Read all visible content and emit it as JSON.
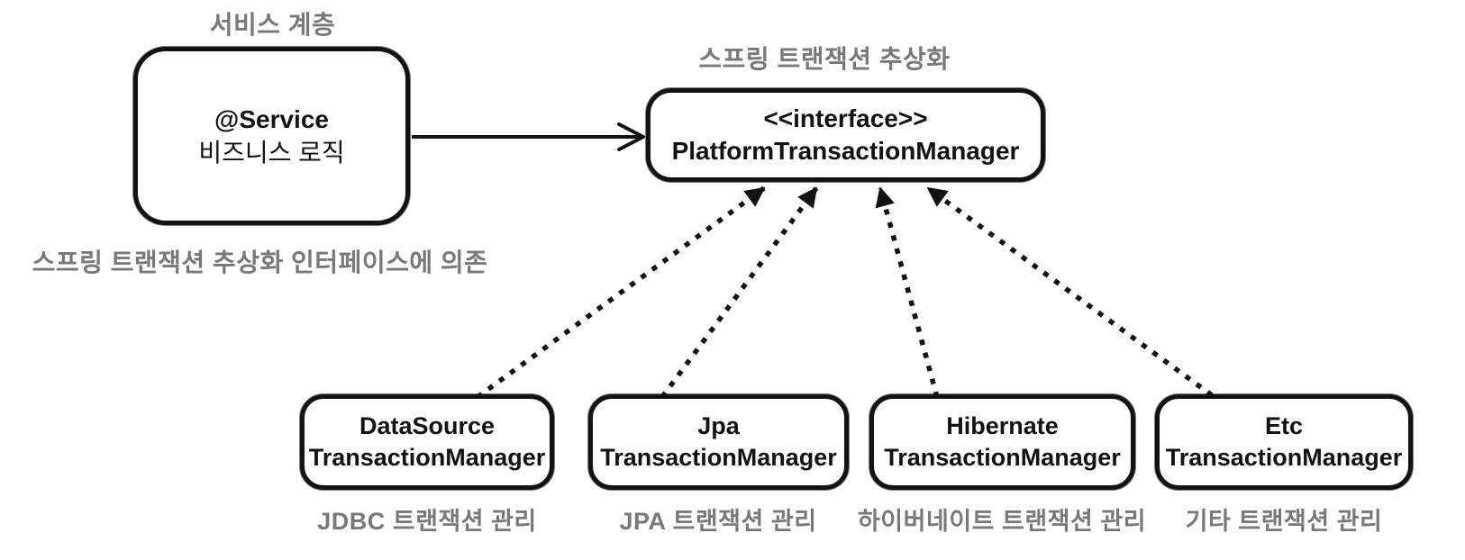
{
  "colors": {
    "ink": "#131313",
    "label_gray": "#787878",
    "background": "#ffffff"
  },
  "labels": {
    "service_layer": "서비스 계층",
    "spring_tx_abstraction": "스프링 트랜잭션 추상화",
    "depends_on_abstraction": "스프링 트랜잭션 추상화 인터페이스에 의존"
  },
  "boxes": {
    "service": {
      "line1": "@Service",
      "line2": "비즈니스 로직"
    },
    "platform_tx_manager": {
      "line1": "<<interface>>",
      "line2": "PlatformTransactionManager"
    },
    "implementations": [
      {
        "line1": "DataSource",
        "line2": "TransactionManager",
        "caption": "JDBC 트랜잭션 관리"
      },
      {
        "line1": "Jpa",
        "line2": "TransactionManager",
        "caption": "JPA 트랜잭션 관리"
      },
      {
        "line1": "Hibernate",
        "line2": "TransactionManager",
        "caption": "하이버네이트 트랜잭션 관리"
      },
      {
        "line1": "Etc",
        "line2": "TransactionManager",
        "caption": "기타 트랜잭션 관리"
      }
    ]
  },
  "arrows": [
    {
      "from": "service",
      "to": "platform_tx_manager",
      "style": "solid-open-head"
    },
    {
      "from": "datasource_tx_manager",
      "to": "platform_tx_manager",
      "style": "dotted-filled-head"
    },
    {
      "from": "jpa_tx_manager",
      "to": "platform_tx_manager",
      "style": "dotted-filled-head"
    },
    {
      "from": "hibernate_tx_manager",
      "to": "platform_tx_manager",
      "style": "dotted-filled-head"
    },
    {
      "from": "etc_tx_manager",
      "to": "platform_tx_manager",
      "style": "dotted-filled-head"
    }
  ]
}
